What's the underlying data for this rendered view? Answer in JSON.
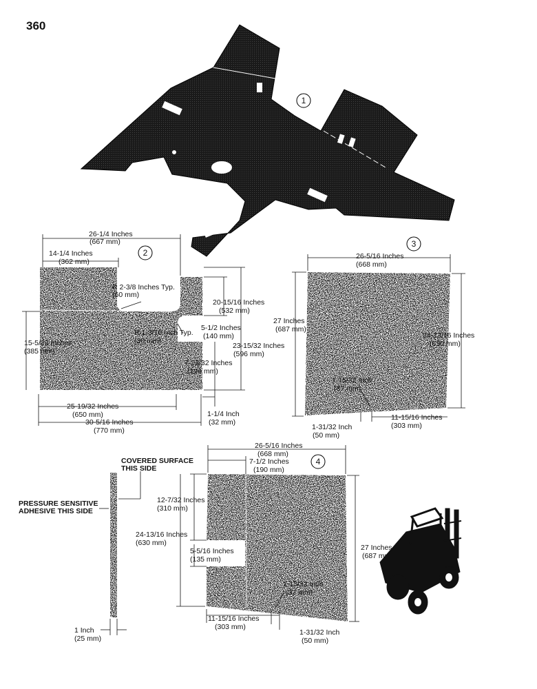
{
  "page_number": "360",
  "callouts": [
    "1",
    "2",
    "3",
    "4"
  ],
  "part2": {
    "d1": "26-1/4 Inches",
    "d1m": "(667 mm)",
    "d2": "14-1/4 Inches",
    "d2m": "(362 mm)",
    "r1": "R 2-3/8 Inches Typ.",
    "r1m": "(60 mm)",
    "d3": "20-15/16 Inches",
    "d3m": "(532 mm)",
    "d4": "5-1/2 Inches",
    "d4m": "(140 mm)",
    "r2": "R 1-3/16 Inch Typ.",
    "r2m": "(30 mm)",
    "d5": "15-5/32 Inches",
    "d5m": "(385 mm)",
    "d6": "23-15/32 Inches",
    "d6m": "(596 mm)",
    "d7": "7-23/32 Inches",
    "d7m": "(196 mm)",
    "d8": "25-19/32 Inches",
    "d8m": "(650 mm)",
    "d9": "1-1/4 Inch",
    "d9m": "(32 mm)",
    "d10": "30-5/16 Inches",
    "d10m": "(770 mm)"
  },
  "part3": {
    "d1": "26-5/16 Inches",
    "d1m": "(668 mm)",
    "d2": "27 Inches",
    "d2m": "(687 mm)",
    "d3": "24-13/16 Inches",
    "d3m": "(630 mm)",
    "d4": "1-15/32 Inch",
    "d4m": "(37 mm)",
    "d5": "1-31/32 Inch",
    "d5m": "(50 mm)",
    "d6": "11-15/16 Inches",
    "d6m": "(303 mm)"
  },
  "part4": {
    "d1": "26-5/16 Inches",
    "d1m": "(668 mm)",
    "d2": "7-1/2 Inches",
    "d2m": "(190 mm)",
    "d3": "12-7/32 Inches",
    "d3m": "(310 mm)",
    "d4": "24-13/16 Inches",
    "d4m": "(630 mm)",
    "d5": "5-5/16 Inches",
    "d5m": "(135 mm)",
    "d6": "27 Inches",
    "d6m": "(687 mm)",
    "d7": "1-15/32 Inch",
    "d7m": "(37 mm)",
    "d8": "11-15/16 Inches",
    "d8m": "(303 mm)",
    "d9": "1-31/32 Inch",
    "d9m": "(50 mm)"
  },
  "edge": {
    "covered1": "COVERED SURFACE",
    "covered2": "THIS SIDE",
    "adhesive1": "PRESSURE SENSITIVE",
    "adhesive2": "ADHESIVE THIS SIDE",
    "thick": "1 Inch",
    "thickm": "(25 mm)"
  }
}
